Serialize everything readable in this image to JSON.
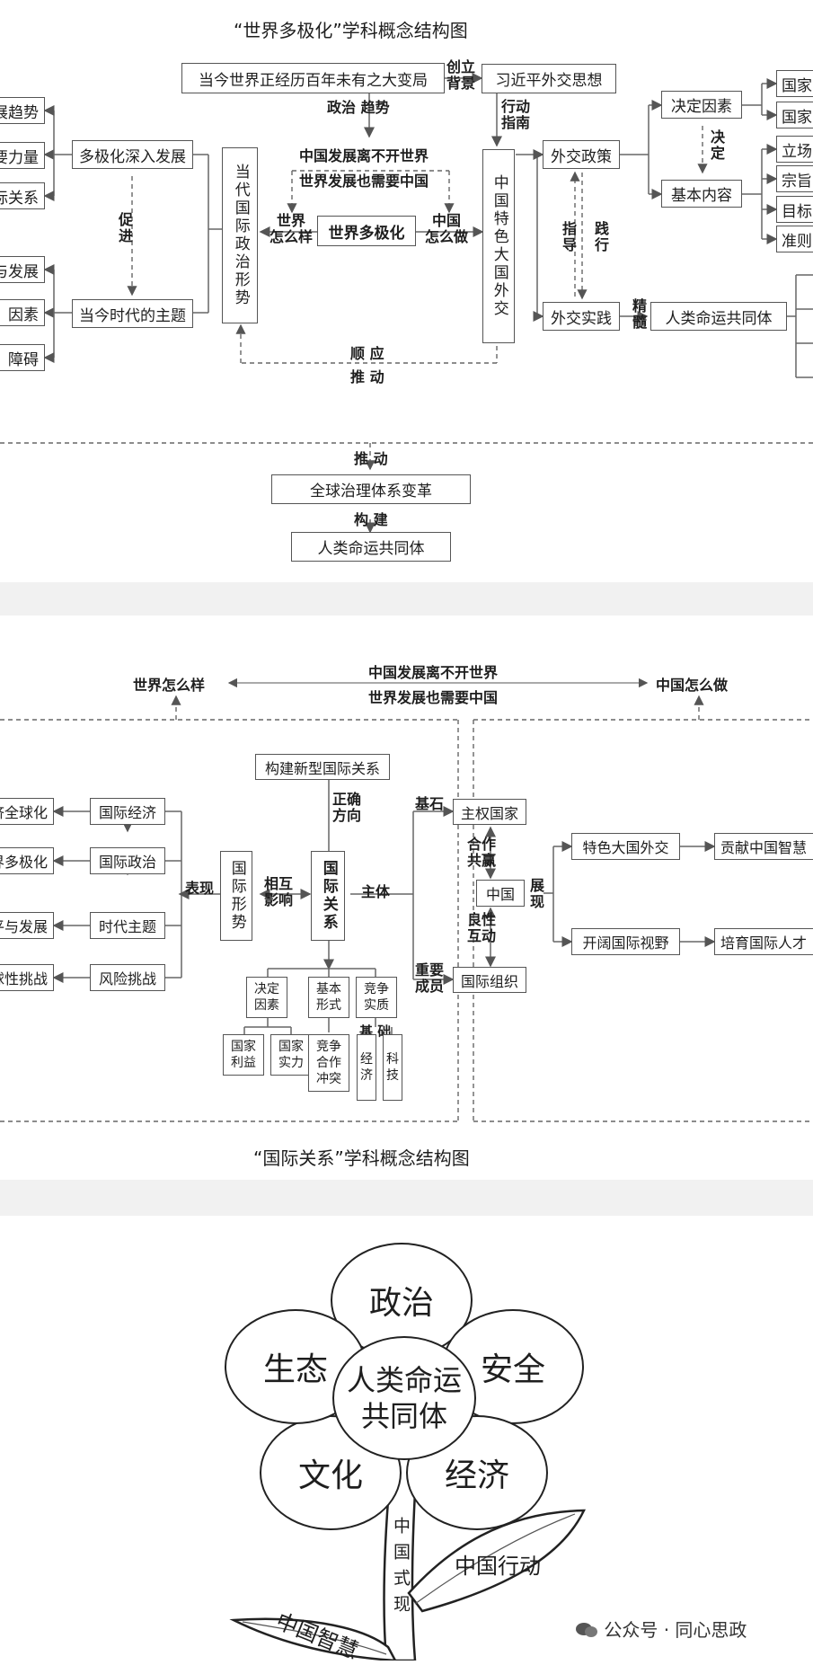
{
  "diagram1": {
    "title": "“世界多极化”学科概念结构图",
    "top_box": "当今世界正经历百年未有之大变局",
    "create_bg": "创立\n背景",
    "xi_box": "习近平外交思想",
    "zz_qs": "政治 趋势",
    "xd_zn": "行动\n指南",
    "cut_left": [
      "展趋势",
      "要力量",
      "际关系",
      "与发展",
      "因素",
      "障碍"
    ],
    "multipolar_deep": "多极化深入发展",
    "promote": "促进",
    "theme_era": "当今时代的主题",
    "contemporary": "当代国际政治形势",
    "cn_need1": "中国发展离不开世界",
    "cn_need2": "世界发展也需要中国",
    "world_how": "世界\n怎么样",
    "center": "世界多极化",
    "china_how": "中国\n怎么做",
    "china_diplomacy": "中国特色大国外交",
    "policy": "外交政策",
    "practice": "外交实践",
    "guide": "指导",
    "practise": "践行",
    "decide_factors": "决定因素",
    "decide": "决定",
    "basic_content": "基本内容",
    "right_cut": [
      "国家",
      "国家",
      "立场",
      "宗旨",
      "目标",
      "准则"
    ],
    "essence": "精髓",
    "community_right": "人类命运共同体",
    "comply": "顺 应",
    "push": "推 动",
    "push2": "推 动",
    "global_gov": "全球治理体系变革",
    "build": "构 建",
    "community": "人类命运共同体"
  },
  "diagram2": {
    "title": "“国际关系”学科概念结构图",
    "world_how": "世界怎么样",
    "cn_need1": "中国发展离不开世界",
    "cn_need2": "世界发展也需要中国",
    "china_how": "中国怎么做",
    "new_ir": "构建新型国际关系",
    "right_dir": "正确\n方向",
    "left_cut": [
      "济全球化",
      "界多极化",
      "平与发展",
      "球性挑战"
    ],
    "intl_econ": "国际经济",
    "intl_pol": "国际政治",
    "era_theme": "时代主题",
    "risk": "风险挑战",
    "biaoxian": "表现",
    "intl_situation": "国际形势",
    "mutual": "相互\n影响",
    "intl_relations": "国际关系",
    "subject": "主体",
    "cornerstone": "基石",
    "sovereign": "主权国家",
    "winwin": "合作\n共赢",
    "china": "中国",
    "good_inter": "良性\n互动",
    "important": "重要\n成员",
    "intl_org": "国际组织",
    "show": "展\n现",
    "major_diplomacy": "特色大国外交",
    "wisdom": "贡献中国智慧",
    "open_vision": "开阔国际视野",
    "talents": "培育国际人才",
    "decide": "决定\n因素",
    "basic_form": "基本\n形式",
    "compete": "竞争\n实质",
    "basis": "基  础",
    "nat_interest": "国家\n利益",
    "nat_power": "国家\n实力",
    "forms": "竞争\n合作\n冲突",
    "econ": "经\n济",
    "tech": "科\n技"
  },
  "flower": {
    "center": "人类命运\n共同体",
    "petals": [
      "政治",
      "安全",
      "经济",
      "文化",
      "生态"
    ],
    "stem": "中国式现",
    "leaf_right": "中国行动",
    "leaf_left": "中国智慧",
    "watermark": "公众号 · 同心思政"
  }
}
